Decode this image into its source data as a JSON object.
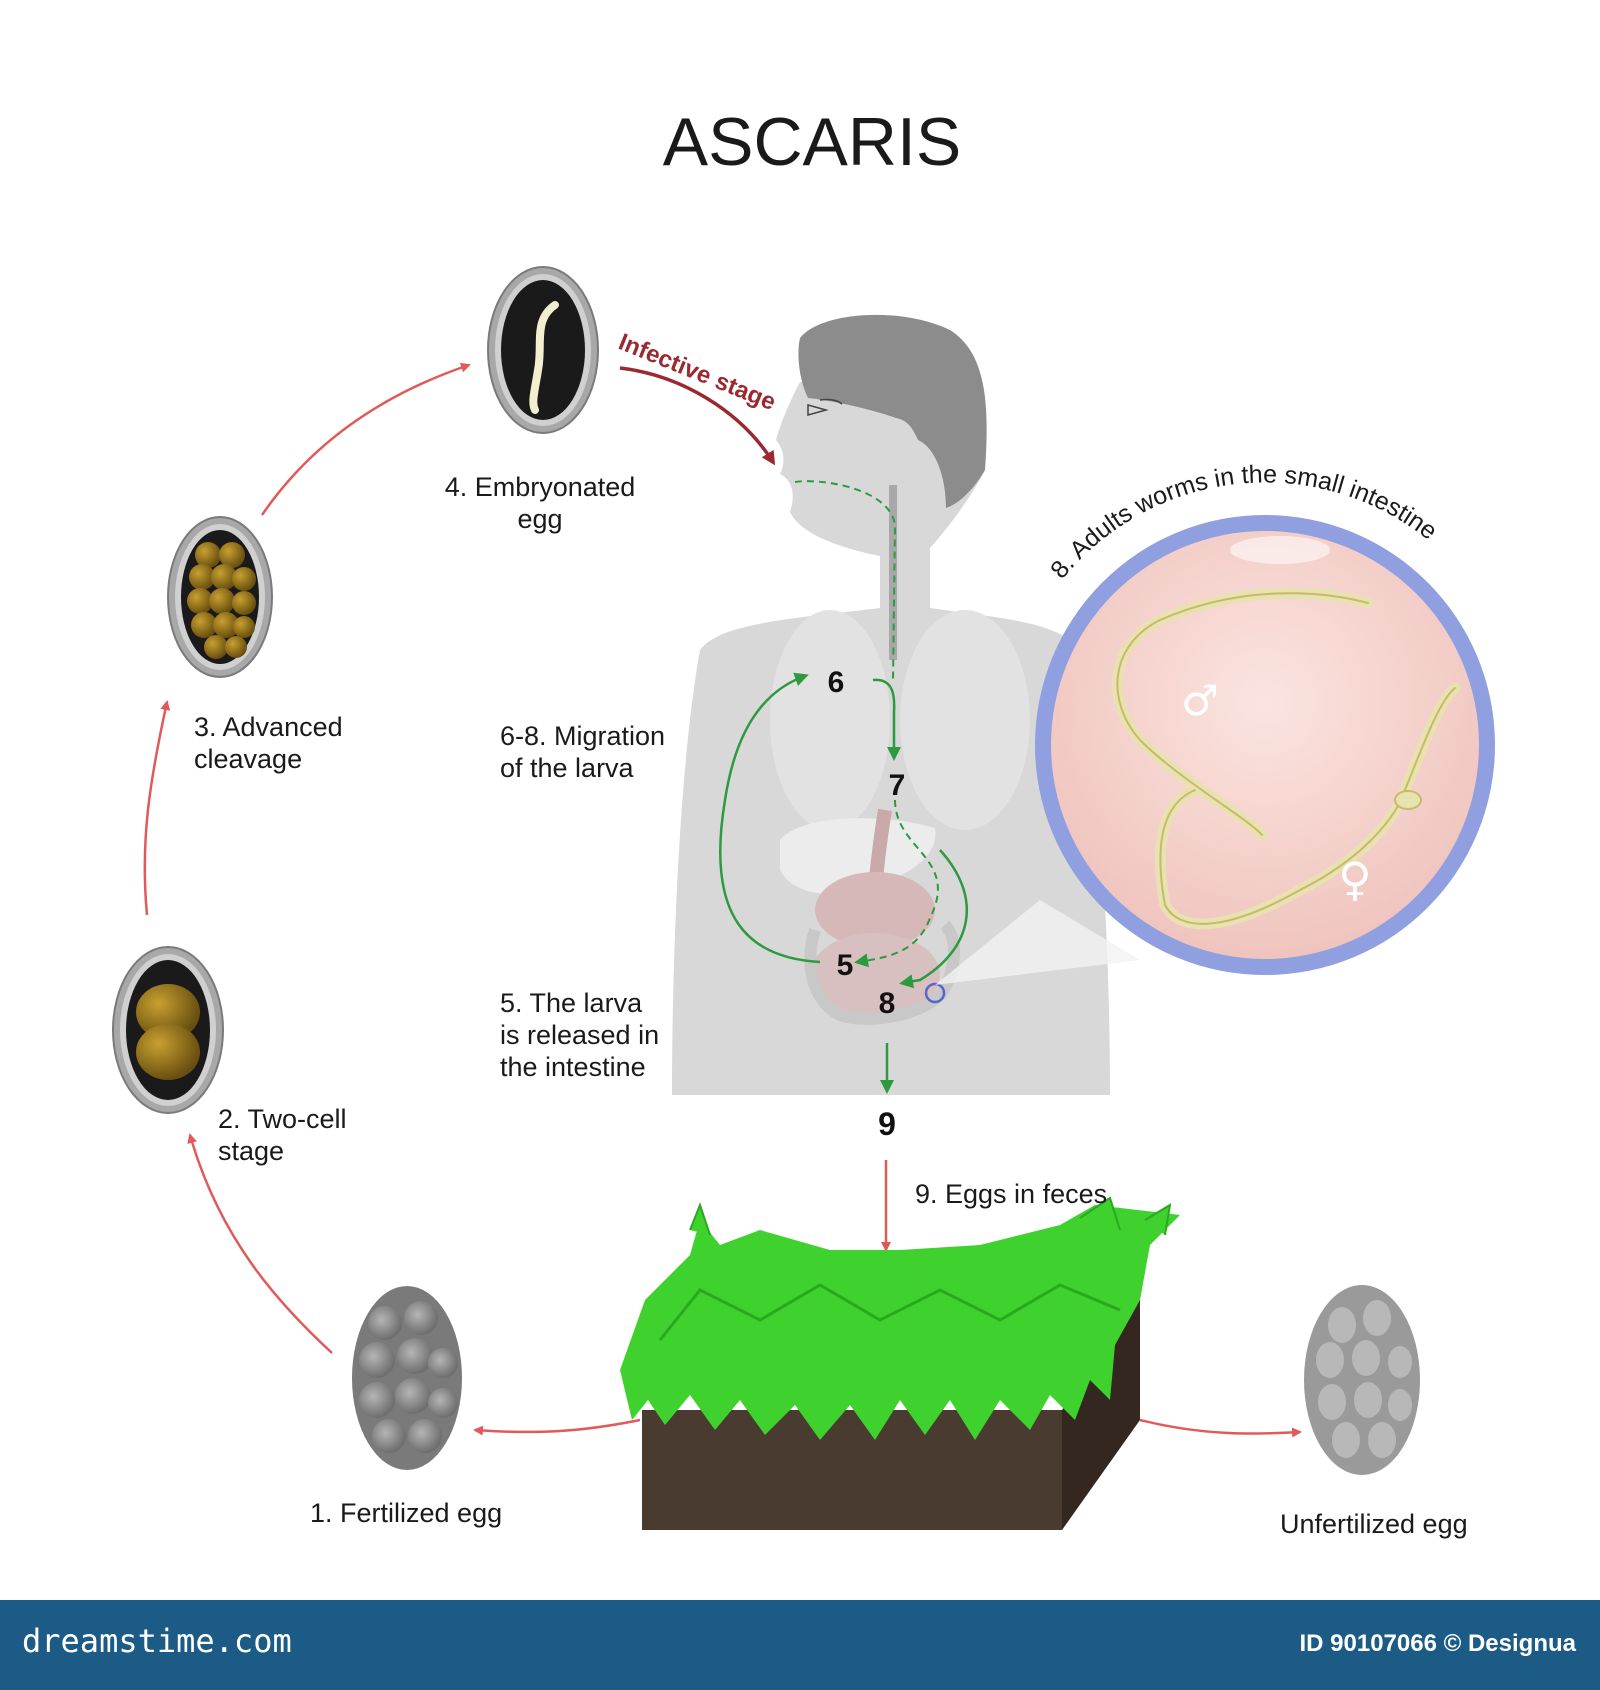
{
  "title": "ASCARIS",
  "stages": {
    "s1": "1. Fertilized egg",
    "s2a": "2. Two-cell",
    "s2b": "stage",
    "s3a": "3. Advanced",
    "s3b": "cleavage",
    "s4a": "4. Embryonated",
    "s4b": "egg",
    "infective": "Infective stage",
    "s5a": "5. The larva",
    "s5b": "is released in",
    "s5c": "the intestine",
    "s68a": "6-8. Migration",
    "s68b": "of the larva",
    "s8": "8. Adults worms in the small intestine",
    "s9": "9. Eggs in feces",
    "unfertilized": "Unfertilized egg"
  },
  "markers": {
    "m5": "5",
    "m6": "6",
    "m7": "7",
    "m8": "8",
    "m9": "9"
  },
  "symbols": {
    "male": "♂",
    "female": "♀"
  },
  "footer": {
    "brand": "dreamstime.com",
    "id": "ID 90107066 © Designua"
  },
  "colors": {
    "cycle_arrow": "#e05a5a",
    "migration_arrow": "#2e9a40",
    "infective_text": "#9a2a30",
    "circle_ring": "#8f9fe0",
    "circle_fill": "#f7d6d2",
    "grass": "#3fd22f",
    "soil": "#4a3b30",
    "footer_bg": "#1c5b86"
  },
  "icons": [
    "fertilized-egg-icon",
    "two-cell-egg-icon",
    "advanced-cleavage-egg-icon",
    "embryonated-egg-icon",
    "human-silhouette-icon",
    "intestine-icon",
    "adult-worm-icon",
    "grass-soil-icon",
    "unfertilized-egg-icon"
  ]
}
